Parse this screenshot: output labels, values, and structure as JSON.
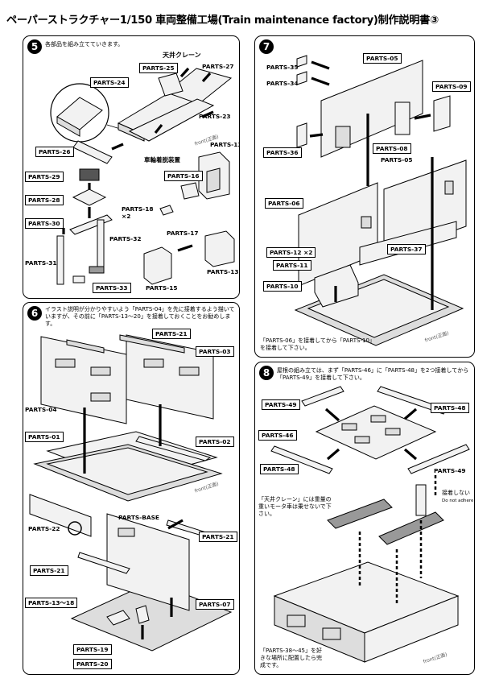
{
  "title": "ペーパーストラクチャー1/150 車両整備工場(Train maintenance factory)制作説明書③",
  "steps": {
    "s5": {
      "num": "5",
      "note": "各部品を組み立てていきます。",
      "crane": "天井クレーン",
      "wheel": "車輪着脱装置",
      "front": "front(正面)",
      "labels": [
        "PARTS-25",
        "PARTS-27",
        "PARTS-24",
        "PARTS-23",
        "PARTS-26",
        "PARTS-13",
        "PARTS-29",
        "PARTS-16",
        "PARTS-28",
        "PARTS-18 ×2",
        "PARTS-30",
        "PARTS-17",
        "PARTS-32",
        "PARTS-31",
        "PARTS-33",
        "PARTS-15",
        "PARTS-13"
      ]
    },
    "s6": {
      "num": "6",
      "note": "イラスト説明が分かりやすいよう「PARTS-04」を先に接着するよう描いていますが、その前に「PARTS-13〜20」を接着しておくことをお勧めします。",
      "base": "PARTS-BASE",
      "front": "front(正面)",
      "labels": [
        "PARTS-21",
        "PARTS-03",
        "PARTS-04",
        "PARTS-01",
        "PARTS-02",
        "PARTS-22",
        "PARTS-21",
        "PARTS-21",
        "PARTS-13〜18",
        "PARTS-07",
        "PARTS-19",
        "PARTS-20"
      ]
    },
    "s7": {
      "num": "7",
      "note": "「PARTS-06」を接着してから「PARTS-10」を接着して下さい。",
      "front": "front(正面)",
      "labels": [
        "PARTS-35",
        "PARTS-05",
        "PARTS-34",
        "PARTS-09",
        "PARTS-36",
        "PARTS-08",
        "PARTS-05",
        "PARTS-06",
        "PARTS-12 ×2",
        "PARTS-37",
        "PARTS-11",
        "PARTS-10"
      ]
    },
    "s8": {
      "num": "8",
      "note": "屋根の組み立ては、まず「PARTS-46」に「PARTS-48」を2つ接着してから「PARTS-49」を接着して下さい。",
      "crane_note": "「天井クレーン」には重量の重いモータ車は乗せないで下さい。",
      "no_adhere_jp": "接着しない",
      "no_adhere_en": "Do not adhere",
      "final_note": "「PARTS-38〜45」を好きな場所に配置したら完成です。",
      "front": "front(正面)",
      "labels": [
        "PARTS-49",
        "PARTS-48",
        "PARTS-46",
        "PARTS-48",
        "PARTS-49"
      ]
    }
  }
}
